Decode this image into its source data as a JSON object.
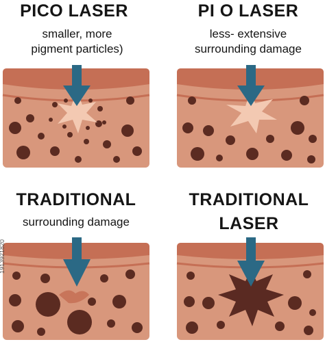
{
  "panels": [
    {
      "title": "PICO LASER",
      "subtitle_lines": [
        "smaller, more",
        "pigment particles)"
      ]
    },
    {
      "title": "PI  O LASER",
      "subtitle_lines": [
        "less- extensive",
        "surrounding damage"
      ]
    },
    {
      "title_lines": [
        "TRADITIONAL"
      ],
      "subtitle_lines": [
        "surrounding damage"
      ]
    },
    {
      "title_lines": [
        "TRADITIONAL",
        "LASER"
      ],
      "subtitle_lines": []
    }
  ],
  "watermark_id": "1913921820",
  "colors": {
    "skin_top": "#c56f55",
    "skin_body": "#d8977c",
    "skin_light": "#e2aa92",
    "pigment": "#5b2b21",
    "arrow": "#2b6985",
    "burst_light": "#f3c9b2",
    "burst_dark": "#5a2a22"
  }
}
